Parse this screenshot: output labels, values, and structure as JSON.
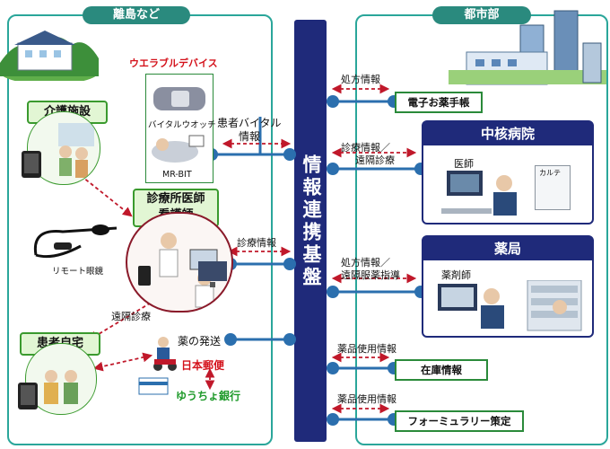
{
  "regions": {
    "left": "離島など",
    "right": "都市部"
  },
  "platform": "情報連携基盤",
  "left": {
    "wearable_title": "ウエラブルデバイス",
    "vital_watch": "バイタルウオッチ",
    "mr_bit": "MR-BIT",
    "care_facility": "介護施設",
    "clinic_line1": "診療所医師",
    "clinic_line2": "看護師",
    "remote_glasses": "リモート眼鏡",
    "remote_consult": "遠隔診療",
    "patient_home": "患者自宅",
    "drug_shipping": "薬の発送",
    "japan_post": "日本郵便",
    "yucho": "ゆうちょ銀行"
  },
  "flows_left": {
    "vital_line1": "患者バイタル",
    "vital_line2": "情報",
    "diagnosis": "診療情報"
  },
  "right": {
    "prescription": "処方情報",
    "e_notebook": "電子お薬手帳",
    "diag_line1": "診療情報／",
    "diag_line2": "遠隔診療",
    "core_hospital": "中核病院",
    "doctor": "医師",
    "karte": "カルテ",
    "rx_line1": "処方情報／",
    "rx_line2": "遠隔服薬指導",
    "pharmacy": "薬局",
    "pharmacist": "薬剤師",
    "drug_usage1": "薬品使用情報",
    "inventory": "在庫情報",
    "drug_usage2": "薬品使用情報",
    "formulary": "フォーミュラリー策定"
  },
  "colors": {
    "teal": "#2aa69a",
    "navy": "#1f2a7a",
    "link_blue": "#2b6fae",
    "arrow_red": "#c0182a",
    "green_border": "#3a9a2e"
  }
}
